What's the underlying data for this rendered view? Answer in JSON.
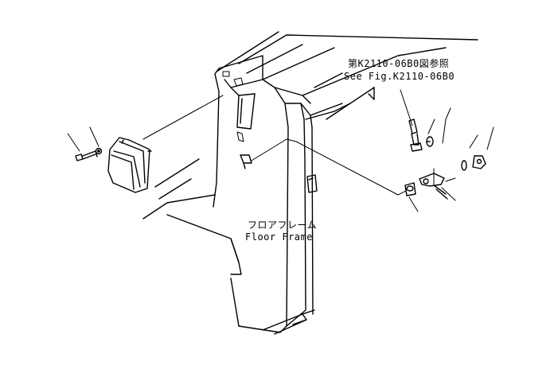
{
  "labels": {
    "reference_ja": "第K2110-06B0図参照",
    "reference_en": "See Fig.K2110-06B0",
    "floor_frame_ja": "フロアフレーム",
    "floor_frame_en": "Floor Frame"
  },
  "colors": {
    "line": "#000000",
    "background": "#ffffff"
  }
}
